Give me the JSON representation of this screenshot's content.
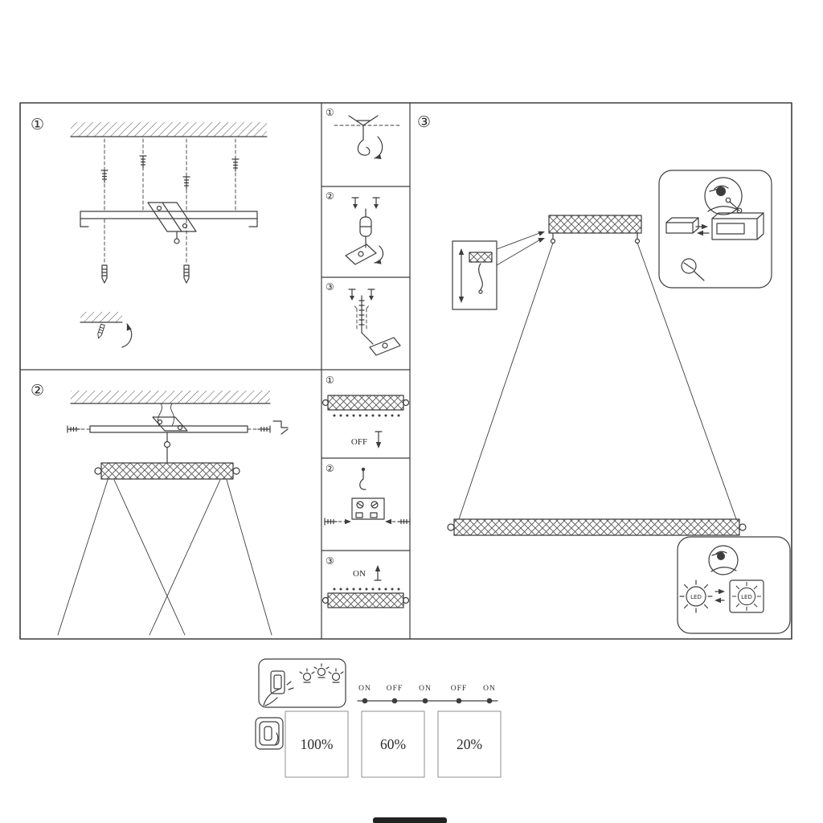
{
  "steps": {
    "one": "①",
    "two": "②",
    "three": "③"
  },
  "substeps": [
    "①",
    "②",
    "③"
  ],
  "labels": {
    "off": "OFF",
    "on": "ON",
    "led": "LED"
  },
  "dimming": {
    "timeline": [
      "ON",
      "OFF",
      "ON",
      "OFF",
      "ON"
    ],
    "levels": [
      "100%",
      "60%",
      "20%"
    ]
  },
  "colors": {
    "line": "#3d3d3d",
    "muted_border": "#8f8f8f",
    "footer_bar": "#222222"
  }
}
